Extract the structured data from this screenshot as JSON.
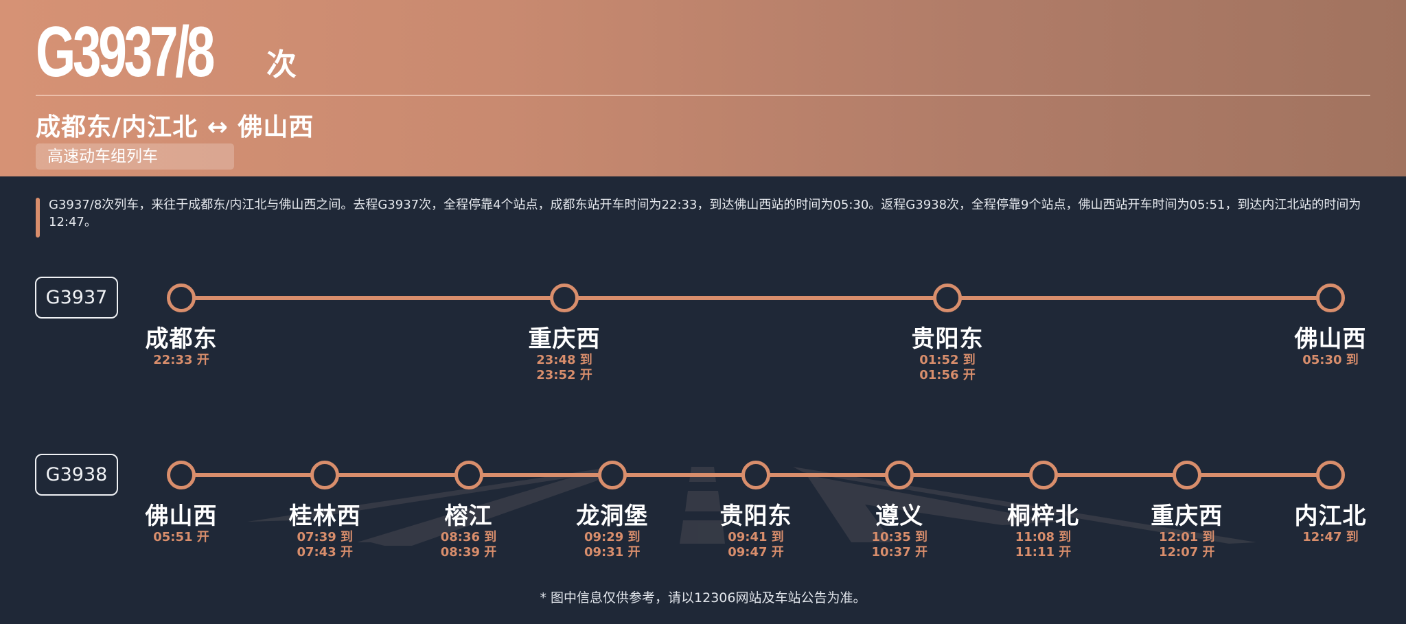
{
  "header": {
    "train_number": "G3937/8",
    "train_suffix": "次",
    "route": "成都东/内江北 ↔ 佛山西",
    "train_type": "高速动车组列车"
  },
  "description": "G3937/8次列车，来往于成都东/内江北与佛山西之间。去程G3937次，全程停靠4个站点，成都东站开车时间为22:33，到达佛山西站的时间为05:30。返程G3938次，全程停靠9个站点，佛山西站开车时间为05:51，到达内江北站的时间为12:47。",
  "colors": {
    "accent": "#d98e6c",
    "background": "#1f2837",
    "header_start": "#d69275",
    "header_end": "#a1735f"
  },
  "routes": [
    {
      "label": "G3937",
      "stations": [
        {
          "name": "成都东",
          "times": [
            "22:33 开"
          ]
        },
        {
          "name": "重庆西",
          "times": [
            "23:48 到",
            "23:52 开"
          ]
        },
        {
          "name": "贵阳东",
          "times": [
            "01:52 到",
            "01:56 开"
          ]
        },
        {
          "name": "佛山西",
          "times": [
            "05:30 到"
          ]
        }
      ]
    },
    {
      "label": "G3938",
      "stations": [
        {
          "name": "佛山西",
          "times": [
            "05:51 开"
          ]
        },
        {
          "name": "桂林西",
          "times": [
            "07:39 到",
            "07:43 开"
          ]
        },
        {
          "name": "榕江",
          "times": [
            "08:36 到",
            "08:39 开"
          ]
        },
        {
          "name": "龙洞堡",
          "times": [
            "09:29 到",
            "09:31 开"
          ]
        },
        {
          "name": "贵阳东",
          "times": [
            "09:41 到",
            "09:47 开"
          ]
        },
        {
          "name": "遵义",
          "times": [
            "10:35 到",
            "10:37 开"
          ]
        },
        {
          "name": "桐梓北",
          "times": [
            "11:08 到",
            "11:11 开"
          ]
        },
        {
          "name": "重庆西",
          "times": [
            "12:01 到",
            "12:07 开"
          ]
        },
        {
          "name": "内江北",
          "times": [
            "12:47 到"
          ]
        }
      ]
    }
  ],
  "footer_note": "* 图中信息仅供参考，请以12306网站及车站公告为准。"
}
